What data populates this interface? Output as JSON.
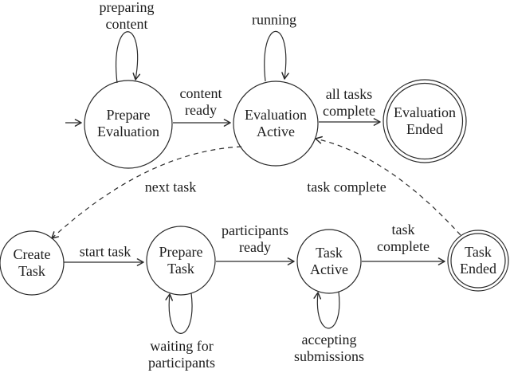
{
  "diagram": {
    "kind": "state-machine",
    "background_color": "#ffffff",
    "ink_color": "#2b2b2b"
  },
  "states": [
    {
      "id": "prepare-evaluation",
      "label": "Prepare\nEvaluation",
      "accepting": false,
      "initial": true
    },
    {
      "id": "evaluation-active",
      "label": "Evaluation\nActive",
      "accepting": false
    },
    {
      "id": "evaluation-ended",
      "label": "Evaluation\nEnded",
      "accepting": true
    },
    {
      "id": "create-task",
      "label": "Create\nTask",
      "accepting": false
    },
    {
      "id": "prepare-task",
      "label": "Prepare\nTask",
      "accepting": false
    },
    {
      "id": "task-active",
      "label": "Task\nActive",
      "accepting": false
    },
    {
      "id": "task-ended",
      "label": "Task\nEnded",
      "accepting": true
    }
  ],
  "transitions": [
    {
      "from": "prepare-evaluation",
      "to": "prepare-evaluation",
      "label": "preparing\ncontent",
      "style": "solid-self-loop"
    },
    {
      "from": "evaluation-active",
      "to": "evaluation-active",
      "label": "running",
      "style": "solid-self-loop"
    },
    {
      "from": "prepare-evaluation",
      "to": "evaluation-active",
      "label": "content\nready",
      "style": "solid"
    },
    {
      "from": "evaluation-active",
      "to": "evaluation-ended",
      "label": "all tasks\ncomplete",
      "style": "solid"
    },
    {
      "from": "evaluation-active",
      "to": "create-task",
      "label": "next task",
      "style": "dashed"
    },
    {
      "from": "task-ended",
      "to": "evaluation-active",
      "label": "task complete",
      "style": "dashed"
    },
    {
      "from": "create-task",
      "to": "prepare-task",
      "label": "start task",
      "style": "solid"
    },
    {
      "from": "prepare-task",
      "to": "task-active",
      "label": "participants\nready",
      "style": "solid"
    },
    {
      "from": "task-active",
      "to": "task-ended",
      "label": "task\ncomplete",
      "style": "solid"
    },
    {
      "from": "prepare-task",
      "to": "prepare-task",
      "label": "waiting for\nparticipants",
      "style": "solid-self-loop"
    },
    {
      "from": "task-active",
      "to": "task-active",
      "label": "accepting\nsubmissions",
      "style": "solid-self-loop"
    }
  ]
}
